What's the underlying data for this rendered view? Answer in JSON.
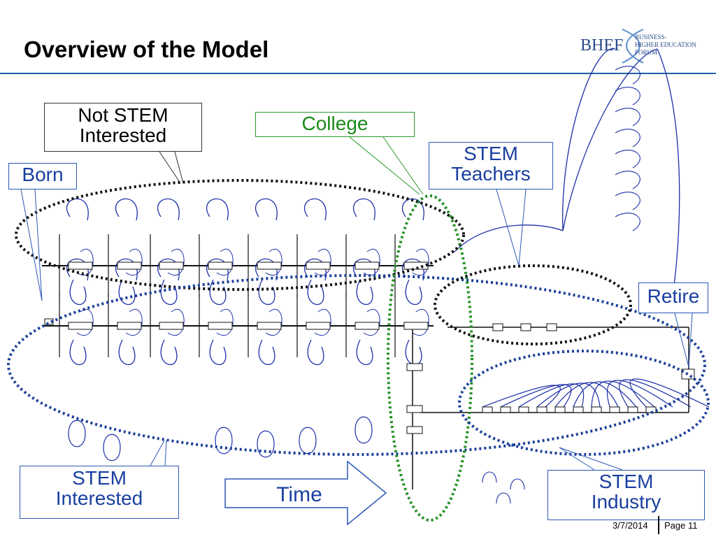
{
  "slide": {
    "title": "Overview of the Model",
    "logo": {
      "main": "BHEF",
      "sub": [
        "BUSINESS-",
        "HIGHER EDUCATION",
        "FORUM"
      ]
    }
  },
  "callouts": {
    "not_stem": [
      "Not STEM",
      "Interested"
    ],
    "college": "College",
    "stem_teachers": [
      "STEM",
      "Teachers"
    ],
    "born": "Born",
    "retire": "Retire",
    "stem_interested": [
      "STEM",
      "Interested"
    ],
    "time": "Time",
    "stem_industry": [
      "STEM",
      "Industry"
    ]
  },
  "footer": {
    "date": "3/7/2014",
    "page": "Page 11"
  },
  "colors": {
    "title_rule": "#1f5fa8",
    "blue_outline": "#2a57b5",
    "green_outline": "#2a9a2a",
    "black_ellipse": "#111111",
    "blue_ellipse": "#1a3f9a",
    "green_ellipse": "#1f8f1f",
    "link_blue": "#1c2fa8"
  }
}
